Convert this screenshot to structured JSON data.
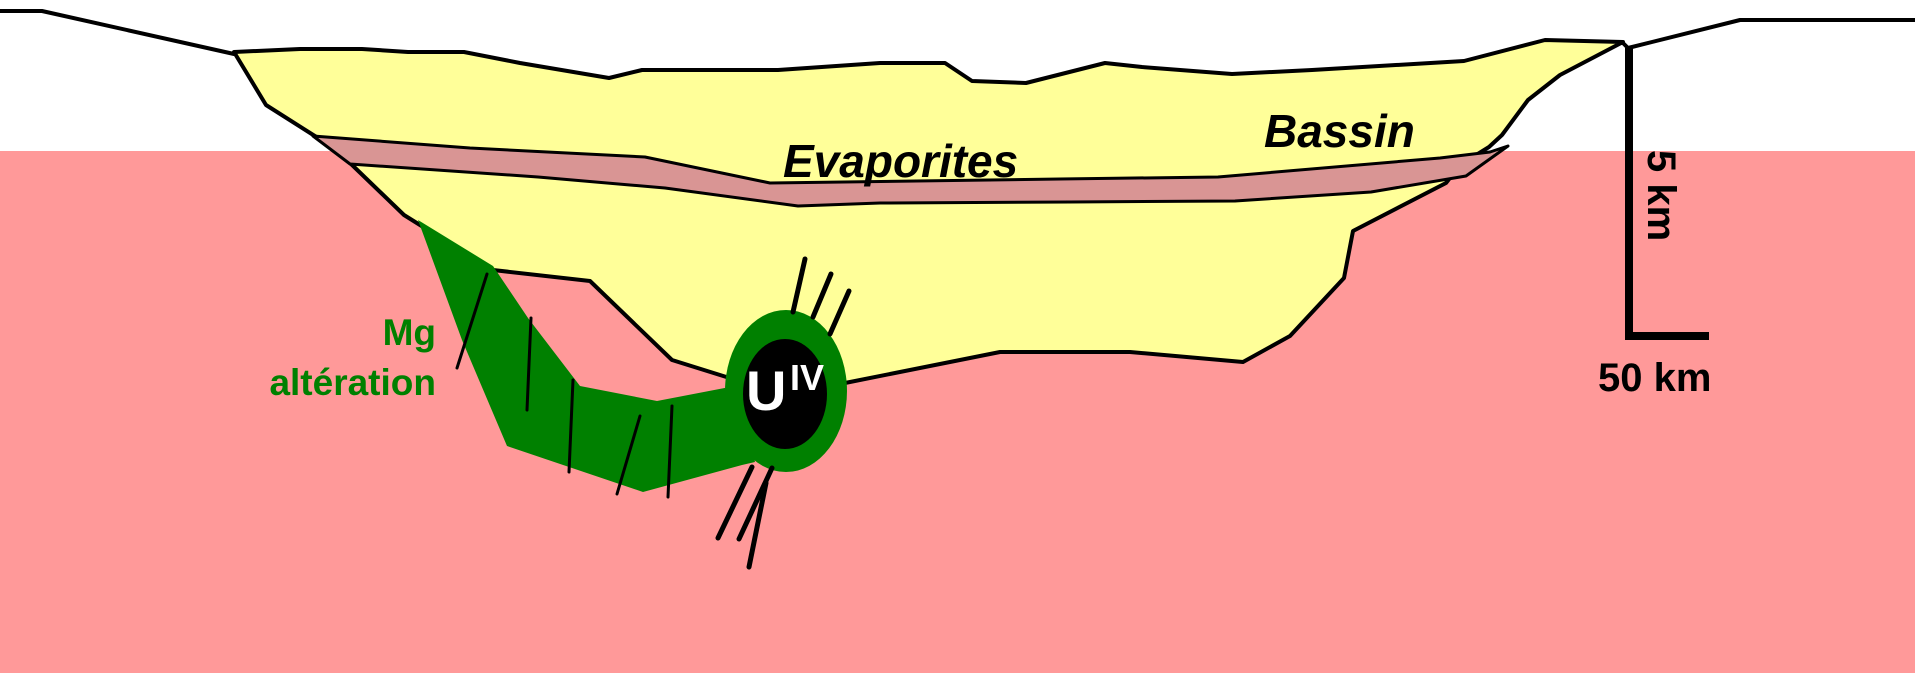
{
  "labels": {
    "evaporites": "Evaporites",
    "bassin": "Bassin",
    "mg_line1": "Mg",
    "mg_line2": "altération",
    "uranium": "U",
    "uranium_superscript": "IV",
    "scale_vertical": "5 km",
    "scale_horizontal": "50 km"
  },
  "colors": {
    "basement": "#ff9999",
    "basin_fill": "#ffff99",
    "evaporite_layer": "#d99594",
    "alteration": "#008000",
    "ore_body": "#000000",
    "outline": "#000000",
    "mg_text": "#008000",
    "uranium_text": "#ffffff"
  }
}
